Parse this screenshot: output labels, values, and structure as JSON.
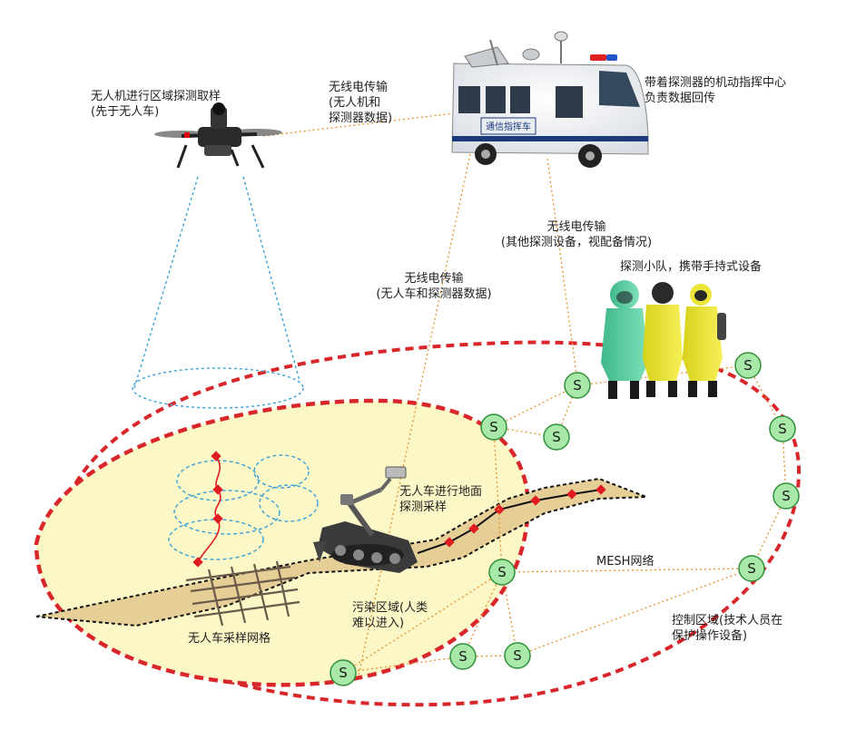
{
  "labels": {
    "drone_title": "无人机进行区域探测取样",
    "drone_sub": "(先于无人车)",
    "radio1_l1": "无线电传输",
    "radio1_l2": "(无人机和",
    "radio1_l3": "探测器数据)",
    "truck_l1": "带着探测器的机动指挥中心",
    "truck_l2": "负责数据回传",
    "truck_sign": "通信指挥车",
    "radio2_l1": "无线电传输",
    "radio2_l2": "(其他探测设备，视配备情况)",
    "team": "探测小队，携带手持式设备",
    "radio3_l1": "无线电传输",
    "radio3_l2": "(无人车和探测器数据)",
    "robot_l1": "无人车进行地面",
    "robot_l2": "探测采样",
    "mesh": "MESH网络",
    "pollution_l1": "污染区域(人类",
    "pollution_l2": "难以进入)",
    "grid": "无人车采样网格",
    "control_l1": "控制区域(技术人员在",
    "control_l2": "保护操作设备)"
  },
  "sensor_symbol": "S",
  "colors": {
    "zone_border": "#d9262b",
    "pollution_fill": "#fbf7c6",
    "path_fill": "#e6cf96",
    "sensor_fill": "#a8e8a8",
    "sensor_stroke": "#2f8f3a",
    "link": "#e8902a",
    "cone": "#3aa0d8",
    "marker": "#e01b22",
    "grid": "#6b5a4a"
  },
  "icons": [
    "drone-icon",
    "command-truck-icon",
    "hazmat-team-icon",
    "ground-robot-icon"
  ]
}
